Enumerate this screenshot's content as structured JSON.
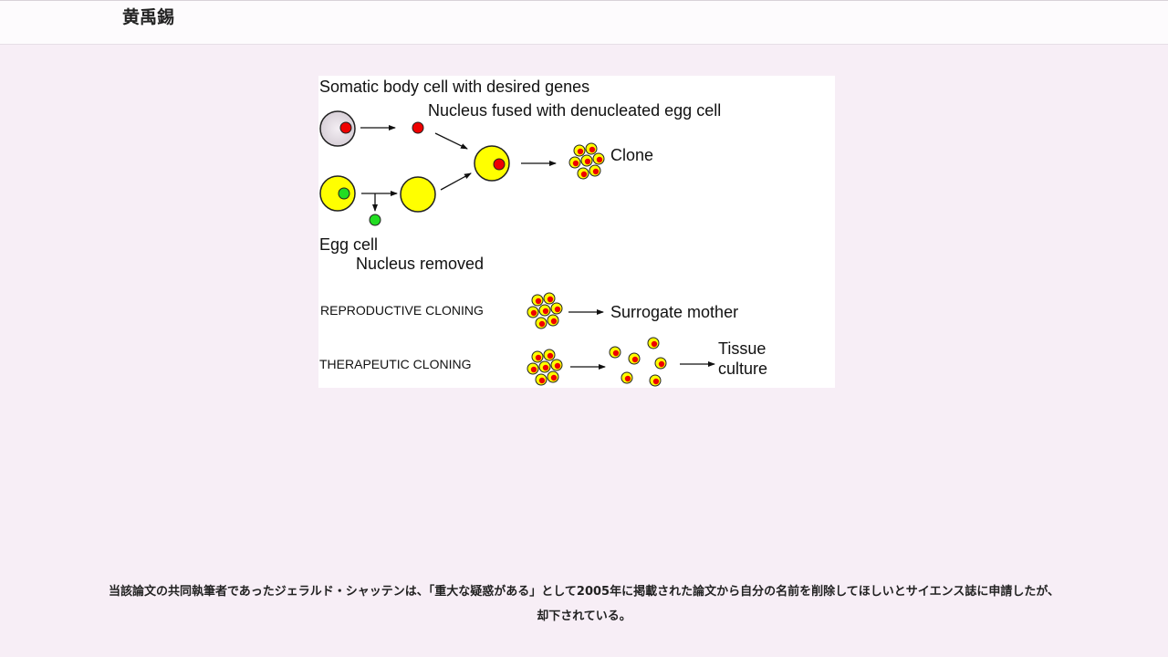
{
  "header": {
    "title": "黄禹錫"
  },
  "diagram": {
    "label_somatic": "Somatic body cell with desired genes",
    "label_fused": "Nucleus fused with denucleated egg cell",
    "label_clone": "Clone",
    "label_egg": "Egg cell",
    "label_nucleus_removed": "Nucleus removed",
    "label_reproductive": "REPRODUCTIVE CLONING",
    "label_surrogate": "Surrogate mother",
    "label_therapeutic": "THERAPEUTIC CLONING",
    "label_tissue_1": "Tissue",
    "label_tissue_2": "culture"
  },
  "caption": {
    "line1": "当該論文の共同執筆者であったジェラルド・シャッテンは、「重大な疑惑がある」として2005年に掲載された論文から自分の名前を削除してほしいとサイエンス誌に申請したが、",
    "line2": "却下されている。"
  },
  "colors": {
    "yellow": "#ffff00",
    "red": "#ee0000",
    "green": "#22dd22",
    "somatic_fill": "#e6e0e6"
  }
}
